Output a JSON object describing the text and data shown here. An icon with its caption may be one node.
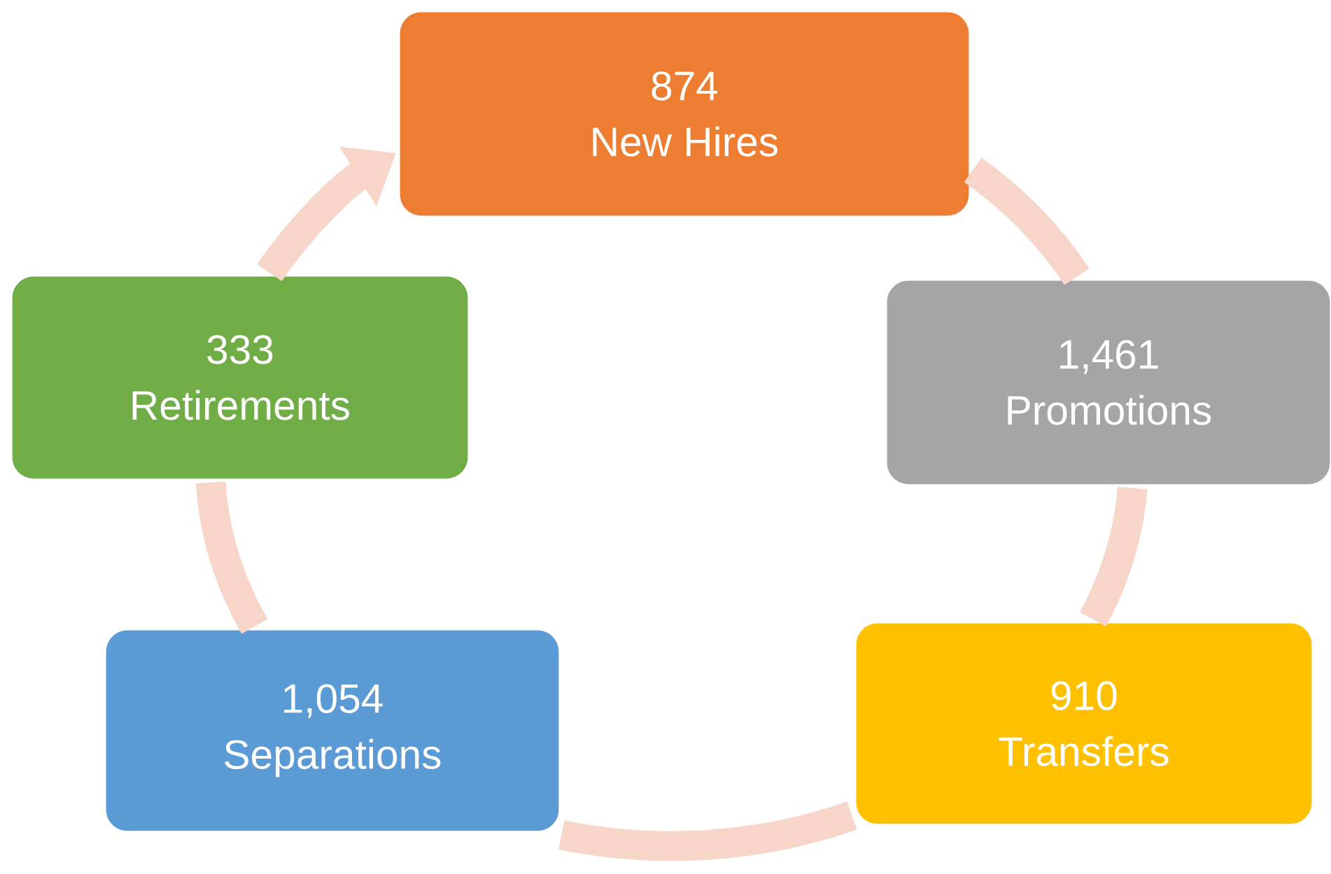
{
  "diagram": {
    "nodes": [
      {
        "text": [
          "874",
          "New Hires"
        ]
      },
      {
        "text": [
          "1,461",
          "Promotions"
        ]
      },
      {
        "text": [
          "910",
          "Transfers"
        ]
      },
      {
        "text": [
          "1,054",
          "Separations"
        ]
      },
      {
        "text": [
          "333",
          "Retirements"
        ]
      }
    ],
    "edges": [
      {
        "from": 0,
        "to": 1,
        "arrow": "none"
      },
      {
        "from": 1,
        "to": 2,
        "arrow": "none"
      },
      {
        "from": 2,
        "to": 3,
        "arrow": "none"
      },
      {
        "from": 3,
        "to": 4,
        "arrow": "none"
      },
      {
        "from": 4,
        "to": 0,
        "arrow": "to"
      }
    ]
  }
}
